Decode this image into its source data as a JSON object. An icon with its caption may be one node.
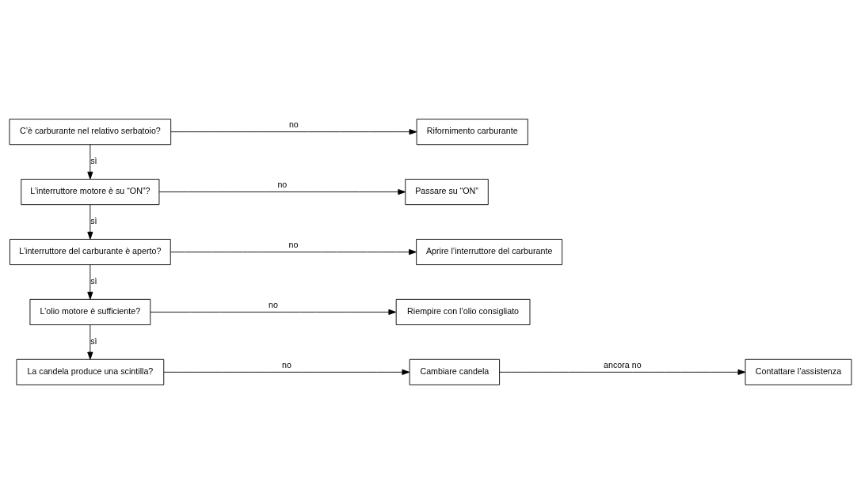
{
  "diagram": {
    "nodes": [
      {
        "text": [
          "C’è carburante nel relativo serbatoio?"
        ]
      },
      {
        "text": [
          "Rifornimento carburante"
        ]
      },
      {
        "text": [
          "L’interruttore motore è su “ON”?"
        ]
      },
      {
        "text": [
          "Passare su “ON”"
        ]
      },
      {
        "text": [
          "L’interruttore del carburante è aperto?"
        ]
      },
      {
        "text": [
          "Aprire l’interruttore del carburante"
        ]
      },
      {
        "text": [
          "L’olio motore è sufficiente?"
        ]
      },
      {
        "text": [
          "Riempire con l’olio consigliato"
        ]
      },
      {
        "text": [
          "La candela produce una scintilla?"
        ]
      },
      {
        "text": [
          "Cambiare candela"
        ]
      },
      {
        "text": [
          "Contattare l’assistenza"
        ]
      }
    ],
    "edges": [
      {
        "from": 0,
        "to": 1,
        "arrow": "to",
        "label": "no"
      },
      {
        "from": 0,
        "to": 2,
        "arrow": "to",
        "label": "sì"
      },
      {
        "from": 2,
        "to": 3,
        "arrow": "to",
        "label": "no"
      },
      {
        "from": 2,
        "to": 4,
        "arrow": "to",
        "label": "sì"
      },
      {
        "from": 4,
        "to": 5,
        "arrow": "to",
        "label": "no"
      },
      {
        "from": 4,
        "to": 6,
        "arrow": "to",
        "label": "sì"
      },
      {
        "from": 6,
        "to": 7,
        "arrow": "to",
        "label": "no"
      },
      {
        "from": 6,
        "to": 8,
        "arrow": "to",
        "label": "sì"
      },
      {
        "from": 8,
        "to": 9,
        "arrow": "to",
        "label": "no"
      },
      {
        "from": 9,
        "to": 10,
        "arrow": "to",
        "label": "ancora no"
      }
    ]
  }
}
